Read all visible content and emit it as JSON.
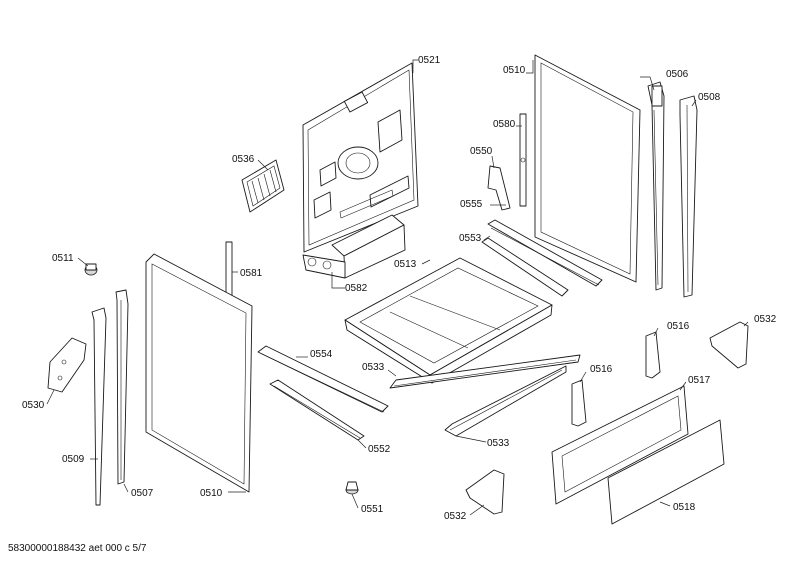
{
  "document_id": "58300000188432 aet 000 c 5/7",
  "callouts": {
    "c0521": "0521",
    "c0510_back": "0510",
    "c0506": "0506",
    "c0508": "0508",
    "c0536": "0536",
    "c0580": "0580",
    "c0550": "0550",
    "c0555": "0555",
    "c0553": "0553",
    "c0511": "0511",
    "c0581": "0581",
    "c0513": "0513",
    "c0582": "0582",
    "c0554": "0554",
    "c0533_top": "0533",
    "c0516_top": "0516",
    "c0532_top": "0532",
    "c0530": "0530",
    "c0552": "0552",
    "c0516_mid": "0516",
    "c0517": "0517",
    "c0509": "0509",
    "c0533_mid": "0533",
    "c0510_front": "0510",
    "c0507": "0507",
    "c0551": "0551",
    "c0532_bot": "0532",
    "c0518": "0518"
  }
}
